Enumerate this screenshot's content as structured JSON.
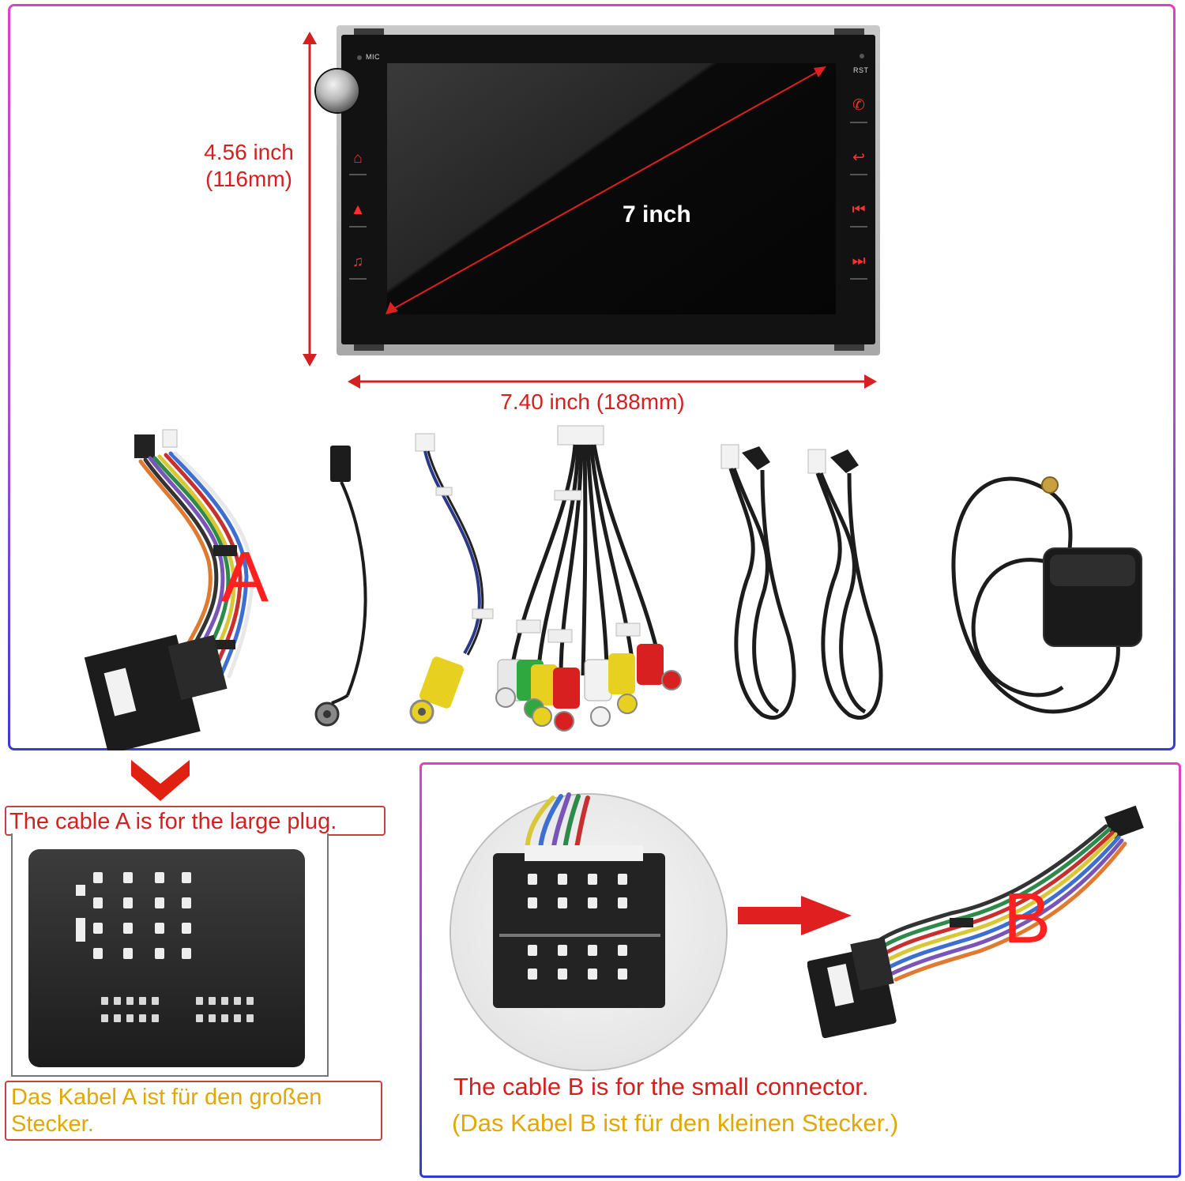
{
  "head_unit": {
    "screen_size_label": "7 inch",
    "height_label_inch": "4.56 inch",
    "height_label_mm": "(116mm)",
    "width_label": "7.40 inch (188mm)",
    "mic_label": "MIC",
    "rst_label": "RST",
    "left_buttons": [
      {
        "icon": "home-icon",
        "glyph": "⌂"
      },
      {
        "icon": "navigation-icon",
        "glyph": "▲"
      },
      {
        "icon": "music-icon",
        "glyph": "♫"
      }
    ],
    "right_buttons": [
      {
        "icon": "phone-icon",
        "glyph": "✆"
      },
      {
        "icon": "back-icon",
        "glyph": "↩"
      },
      {
        "icon": "previous-track-icon",
        "glyph": "⏮"
      },
      {
        "icon": "next-track-icon",
        "glyph": "⏭"
      }
    ]
  },
  "accessories": {
    "cable_a_marker": "A",
    "cable_b_marker": "B"
  },
  "cable_a": {
    "caption_en": "The cable A is for the large plug.",
    "caption_de": "Das Kabel A ist für den großen Stecker."
  },
  "cable_b": {
    "caption_en": "The cable B is for the small connector.",
    "caption_de": "(Das Kabel B ist für den kleinen Stecker.)"
  },
  "colors": {
    "accent_red": "#d42020",
    "caption_yellow": "#e0a800",
    "frame_top": "#e040c8",
    "frame_bottom": "#3a3ad8"
  }
}
